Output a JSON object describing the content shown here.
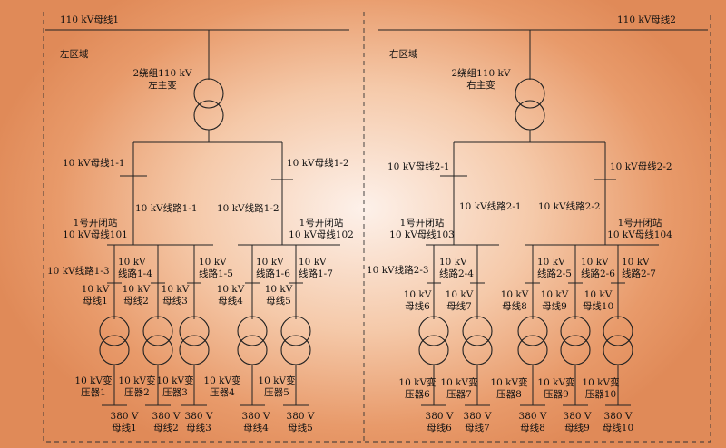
{
  "left": {
    "zone_label": "左区域",
    "bus110": "110 kV母线1",
    "main_tf": [
      "2绕组110 kV",
      "左主变"
    ],
    "bus_a": "10 kV母线1-1",
    "bus_b": "10 kV母线1-2",
    "line_a": "10 kV线路1-1",
    "line_b": "10 kV线路1-2",
    "station_a": [
      "1号开闭站",
      "10 kV母线101"
    ],
    "station_b": [
      "1号开闭站",
      "10 kV母线102"
    ],
    "feeders": [
      {
        "line": [
          "10 kV线路1-3"
        ],
        "bus": [
          "10 kV",
          "母线1"
        ],
        "tf": [
          "10 kV变",
          "压器1"
        ],
        "lv": [
          "380 V",
          "母线1"
        ]
      },
      {
        "line": [
          "10 kV",
          "线路1-4"
        ],
        "bus": [
          "10 kV",
          "母线2"
        ],
        "tf": [
          "10 kV变",
          "压器2"
        ],
        "lv": [
          "380 V",
          "母线2"
        ]
      },
      {
        "line": [
          "10 kV",
          "线路1-5"
        ],
        "bus": [
          "10 kV",
          "母线3"
        ],
        "tf": [
          "10 kV变",
          "压器3"
        ],
        "lv": [
          "380 V",
          "母线3"
        ]
      },
      {
        "line": [
          "10 kV",
          "线路1-6"
        ],
        "bus": [
          "10 kV",
          "母线4"
        ],
        "tf": [
          "10 kV变",
          "压器4"
        ],
        "lv": [
          "380 V",
          "母线4"
        ]
      },
      {
        "line": [
          "10 kV",
          "线路1-7"
        ],
        "bus": [
          "10 kV",
          "母线5"
        ],
        "tf": [
          "10 kV变",
          "压器5"
        ],
        "lv": [
          "380 V",
          "母线5"
        ]
      }
    ]
  },
  "right": {
    "zone_label": "右区域",
    "bus110": "110 kV母线2",
    "main_tf": [
      "2绕组110 kV",
      "右主变"
    ],
    "bus_a": "10 kV母线2-1",
    "bus_b": "10 kV母线2-2",
    "line_a": "10 kV线路2-1",
    "line_b": "10 kV线路2-2",
    "station_a": [
      "1号开闭站",
      "10 kV母线103"
    ],
    "station_b": [
      "1号开闭站",
      "10 kV母线104"
    ],
    "feeders": [
      {
        "line": [
          "10 kV线路2-3"
        ],
        "bus": [
          "10 kV",
          "母线6"
        ],
        "tf": [
          "10 kV变",
          "压器6"
        ],
        "lv": [
          "380 V",
          "母线6"
        ]
      },
      {
        "line": [
          "10 kV",
          "线路2-4"
        ],
        "bus": [
          "10 kV",
          "母线7"
        ],
        "tf": [
          "10 kV变",
          "压器7"
        ],
        "lv": [
          "380 V",
          "母线7"
        ]
      },
      {
        "line": [
          "10 kV",
          "线路2-5"
        ],
        "bus": [
          "10 kV",
          "母线8"
        ],
        "tf": [
          "10 kV变",
          "压器8"
        ],
        "lv": [
          "380 V",
          "母线8"
        ]
      },
      {
        "line": [
          "10 kV",
          "线路2-6"
        ],
        "bus": [
          "10 kV",
          "母线9"
        ],
        "tf": [
          "10 kV变",
          "压器9"
        ],
        "lv": [
          "380 V",
          "母线9"
        ]
      },
      {
        "line": [
          "10 kV",
          "线路2-7"
        ],
        "bus": [
          "10 kV",
          "母线10"
        ],
        "tf": [
          "10 kV变",
          "压器10"
        ],
        "lv": [
          "380 V",
          "母线10"
        ]
      }
    ]
  }
}
